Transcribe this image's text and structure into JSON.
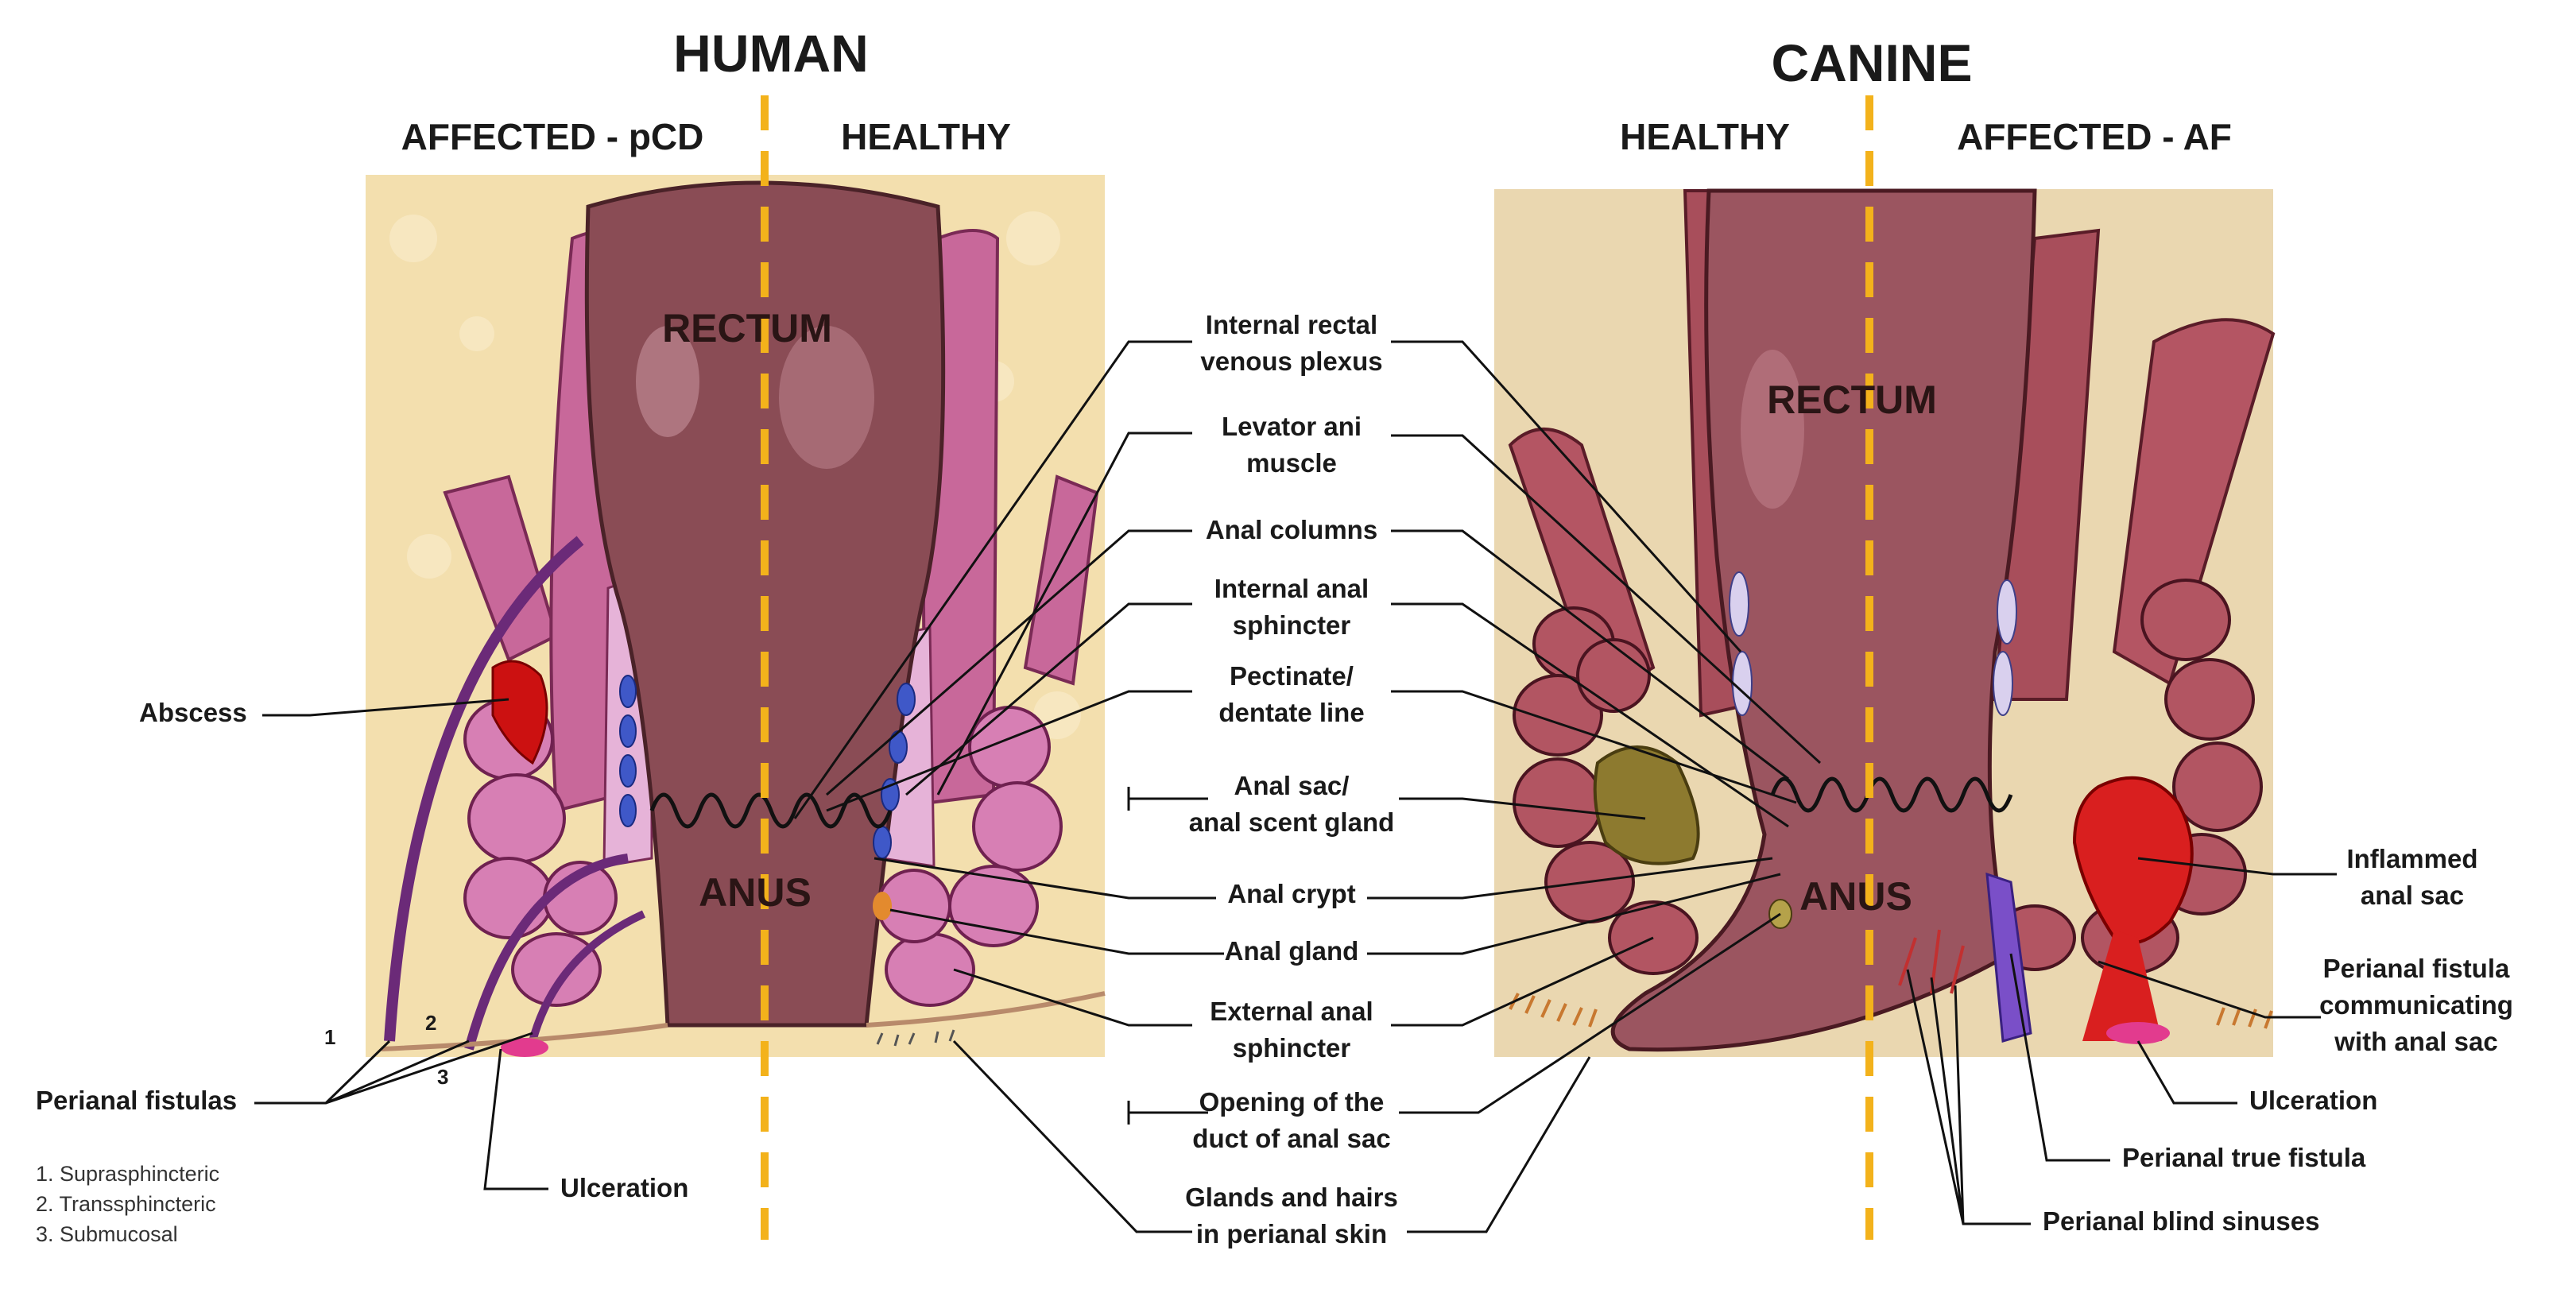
{
  "titles": {
    "human": "HUMAN",
    "canine": "CANINE"
  },
  "subheads": {
    "human_affected": "AFFECTED - pCD",
    "human_healthy": "HEALTHY",
    "canine_healthy": "HEALTHY",
    "canine_affected": "AFFECTED - AF"
  },
  "organs": {
    "human_rectum": "RECTUM",
    "human_anus": "ANUS",
    "canine_rectum": "RECTUM",
    "canine_anus": "ANUS"
  },
  "center_labels": [
    [
      "Internal rectal",
      "venous plexus"
    ],
    [
      "Levator ani",
      "muscle"
    ],
    [
      "Anal columns"
    ],
    [
      "Internal anal",
      "sphincter"
    ],
    [
      "Pectinate/",
      "dentate line"
    ],
    [
      "Anal sac/",
      "anal scent gland"
    ],
    [
      "Anal crypt"
    ],
    [
      "Anal gland"
    ],
    [
      "External anal",
      "sphincter"
    ],
    [
      "Opening of the",
      "duct of anal sac"
    ],
    [
      "Glands and hairs",
      "in perianal skin"
    ]
  ],
  "left_labels": {
    "abscess": "Abscess",
    "perianal_fistulas": "Perianal fistulas",
    "ulceration": "Ulceration",
    "num1": "1",
    "num2": "2",
    "num3": "3"
  },
  "legend": [
    "1.    Suprasphincteric",
    "2.    Transsphincteric",
    "3.    Submucosal"
  ],
  "right_labels": {
    "inflamed_sac": [
      "Inflammed",
      "anal sac"
    ],
    "perianal_fistula_comm": [
      "Perianal fistula",
      "communicating",
      "with anal sac"
    ],
    "ulceration": "Ulceration",
    "true_fistula": "Perianal true fistula",
    "blind_sinuses": "Perianal blind sinuses"
  },
  "colors": {
    "tissue_bg": "#f3dfae",
    "canine_bg": "#ead7b0",
    "rectum": "#8a4c55",
    "canine_rectum": "#9b5560",
    "muscle": "#c8689a",
    "muscle_light": "#e49bc3",
    "canine_muscle": "#b45563",
    "fistula": "#6b2a78",
    "abscess": "#cc1111",
    "vein": "#3f58c8",
    "divider": "#f3b21b",
    "anal_sac": "#8d7a2f"
  }
}
